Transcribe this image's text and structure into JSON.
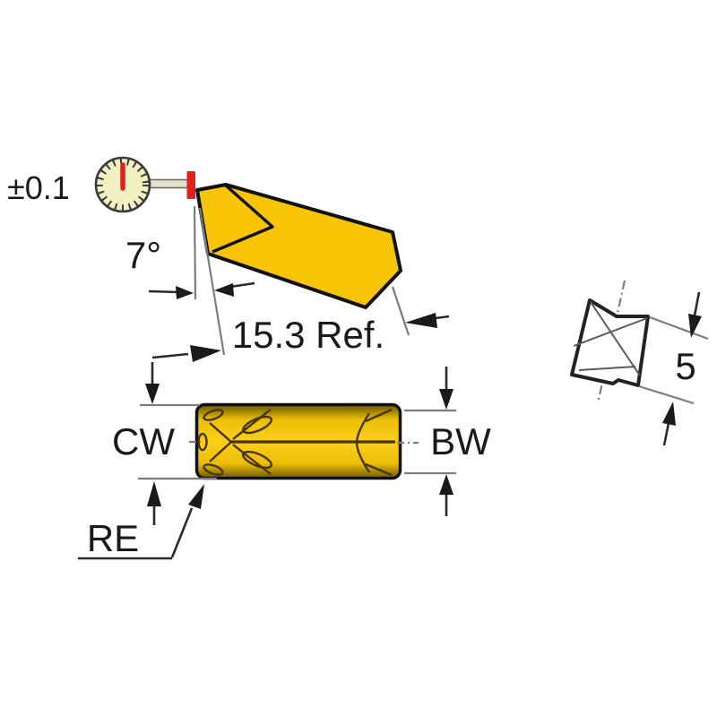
{
  "annotations": {
    "dial_tolerance": "±0.1",
    "clearance_angle": "7°",
    "length_reference": "15.3 Ref.",
    "cutting_width": "CW",
    "body_width": "BW",
    "corner_radius": "RE",
    "section_height": "5"
  },
  "colors": {
    "insert_yellow": "#F7C506",
    "insert_highlight": "#FFD62E",
    "insert_shadow": "#8a6f00",
    "outline_black": "#111111",
    "indicator_red": "#E3201B",
    "dial_face": "#F2EFC2",
    "dimension_gray": "#7d7d7d",
    "background": "#FFFFFF"
  }
}
